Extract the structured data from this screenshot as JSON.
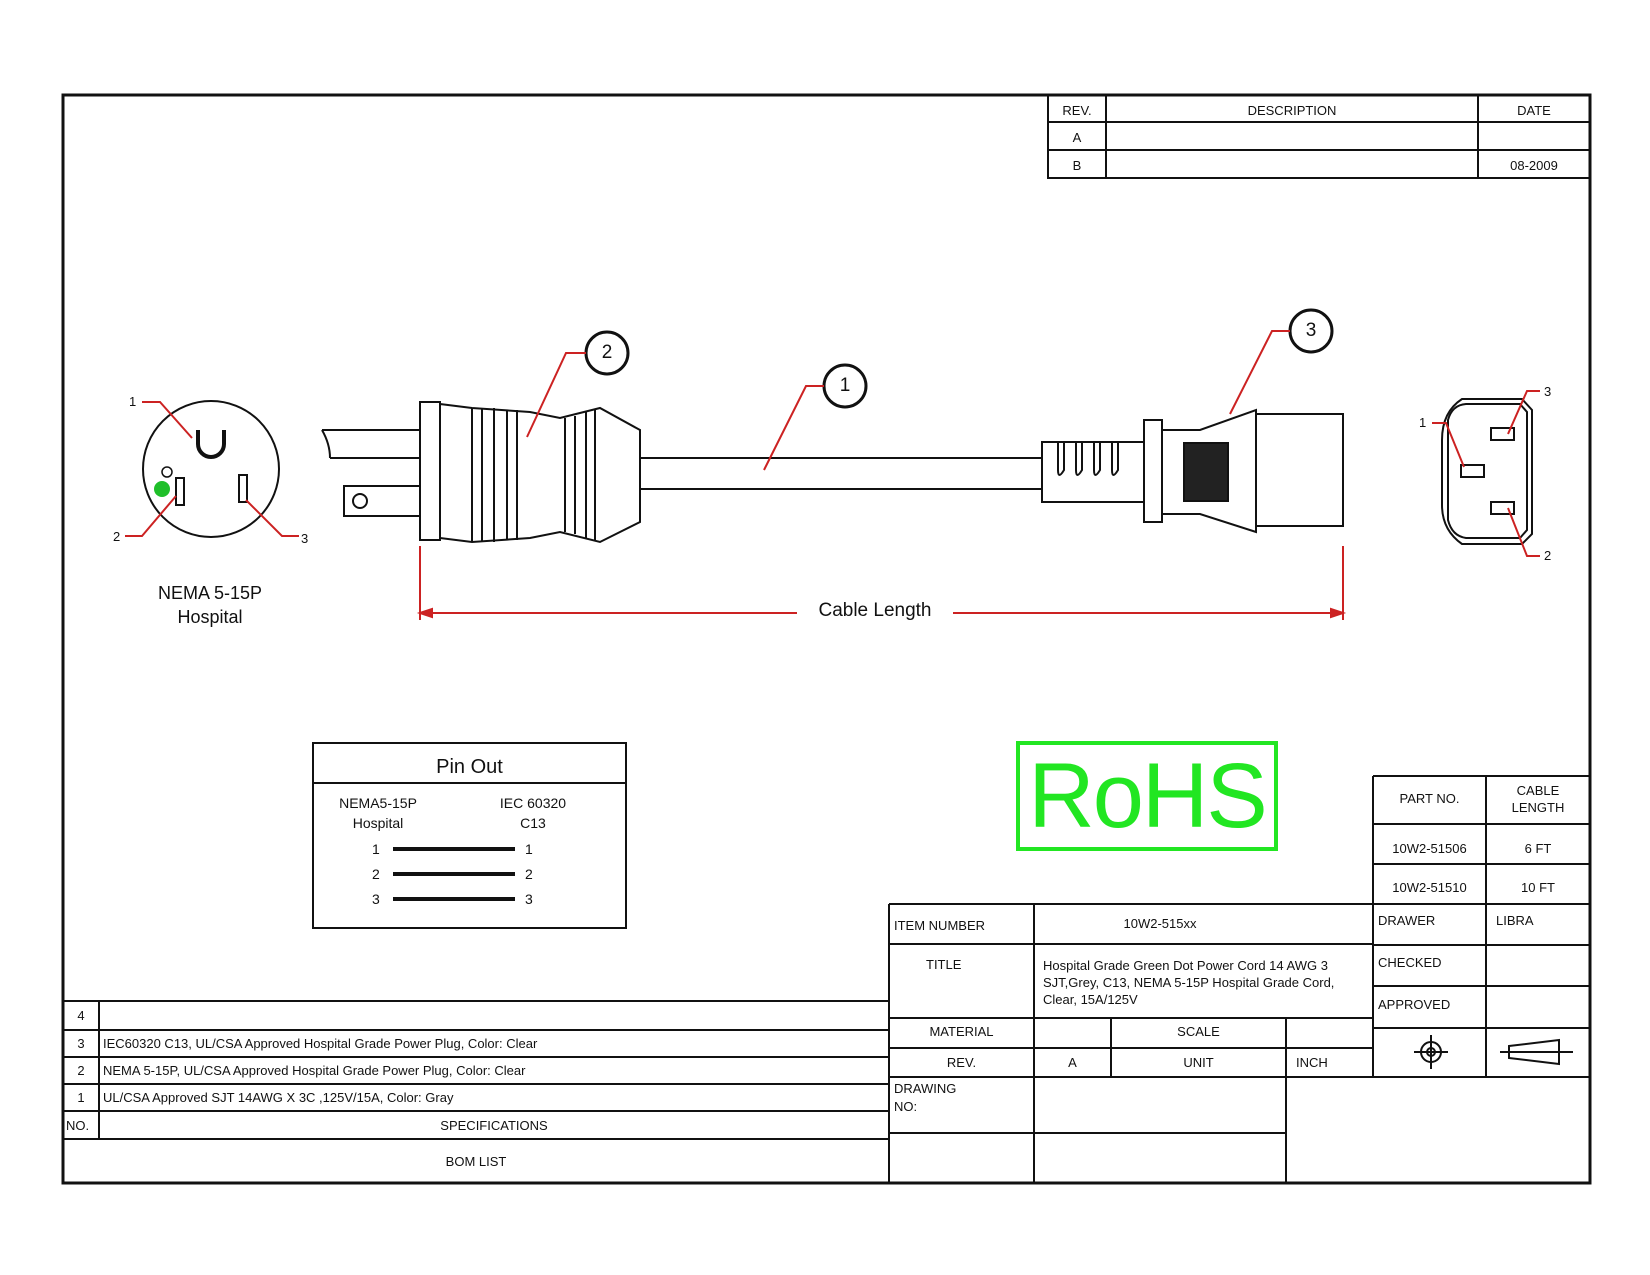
{
  "revision_table": {
    "headers": {
      "rev": "REV.",
      "description": "DESCRIPTION",
      "date": "DATE"
    },
    "rows": [
      {
        "rev": "A",
        "description": "",
        "date": ""
      },
      {
        "rev": "B",
        "description": "",
        "date": "08-2009"
      }
    ]
  },
  "drawing": {
    "callouts": [
      "1",
      "2",
      "3"
    ],
    "nema_pin_labels": [
      "1",
      "2",
      "3"
    ],
    "nema_caption": [
      "NEMA 5-15P",
      "Hospital"
    ],
    "iec_pin_labels": [
      "1",
      "2",
      "3"
    ],
    "dimension_label": "Cable Length",
    "colors": {
      "line": "#111111",
      "leader": "#cc2222",
      "green_dot": "#1fbf2a",
      "rohs": "#22e622"
    }
  },
  "pin_out": {
    "title": "Pin Out",
    "left_header": [
      "NEMA5-15P",
      "Hospital"
    ],
    "right_header": [
      "IEC 60320",
      "C13"
    ],
    "rows": [
      {
        "left": "1",
        "right": "1"
      },
      {
        "left": "2",
        "right": "2"
      },
      {
        "left": "3",
        "right": "3"
      }
    ]
  },
  "rohs": "RoHS",
  "part_table": {
    "headers": {
      "part_no": "PART  NO.",
      "cable_length": [
        "CABLE",
        "LENGTH"
      ]
    },
    "rows": [
      {
        "part_no": "10W2-51506",
        "length": "6 FT"
      },
      {
        "part_no": "10W2-51510",
        "length": "10 FT"
      }
    ]
  },
  "title_block": {
    "item_number_label": "ITEM NUMBER",
    "item_number": "10W2-515xx",
    "title_label": "TITLE",
    "title": "Hospital Grade Green Dot Power Cord 14 AWG 3 SJT,Grey, C13, NEMA 5-15P Hospital Grade Cord, Clear, 15A/125V",
    "material_label": "MATERIAL",
    "material": "",
    "scale_label": "SCALE",
    "scale": "",
    "rev_label": "REV.",
    "rev": "A",
    "unit_label": "UNIT",
    "unit": "INCH",
    "drawing_no_label": [
      "DRAWING",
      "NO:"
    ],
    "drawer_label": "DRAWER",
    "drawer": "LIBRA",
    "checked_label": "CHECKED",
    "checked": "",
    "approved_label": "APPROVED",
    "approved": ""
  },
  "bom": {
    "rows": [
      {
        "no": "4",
        "spec": ""
      },
      {
        "no": "3",
        "spec": "IEC60320 C13, UL/CSA Approved Hospital Grade Power Plug, Color: Clear"
      },
      {
        "no": "2",
        "spec": "NEMA 5-15P, UL/CSA Approved Hospital Grade Power Plug, Color: Clear"
      },
      {
        "no": "1",
        "spec": "UL/CSA Approved SJT 14AWG X 3C ,125V/15A, Color: Gray"
      }
    ],
    "no_header": "NO.",
    "spec_header": "SPECIFICATIONS",
    "footer": "BOM LIST"
  }
}
